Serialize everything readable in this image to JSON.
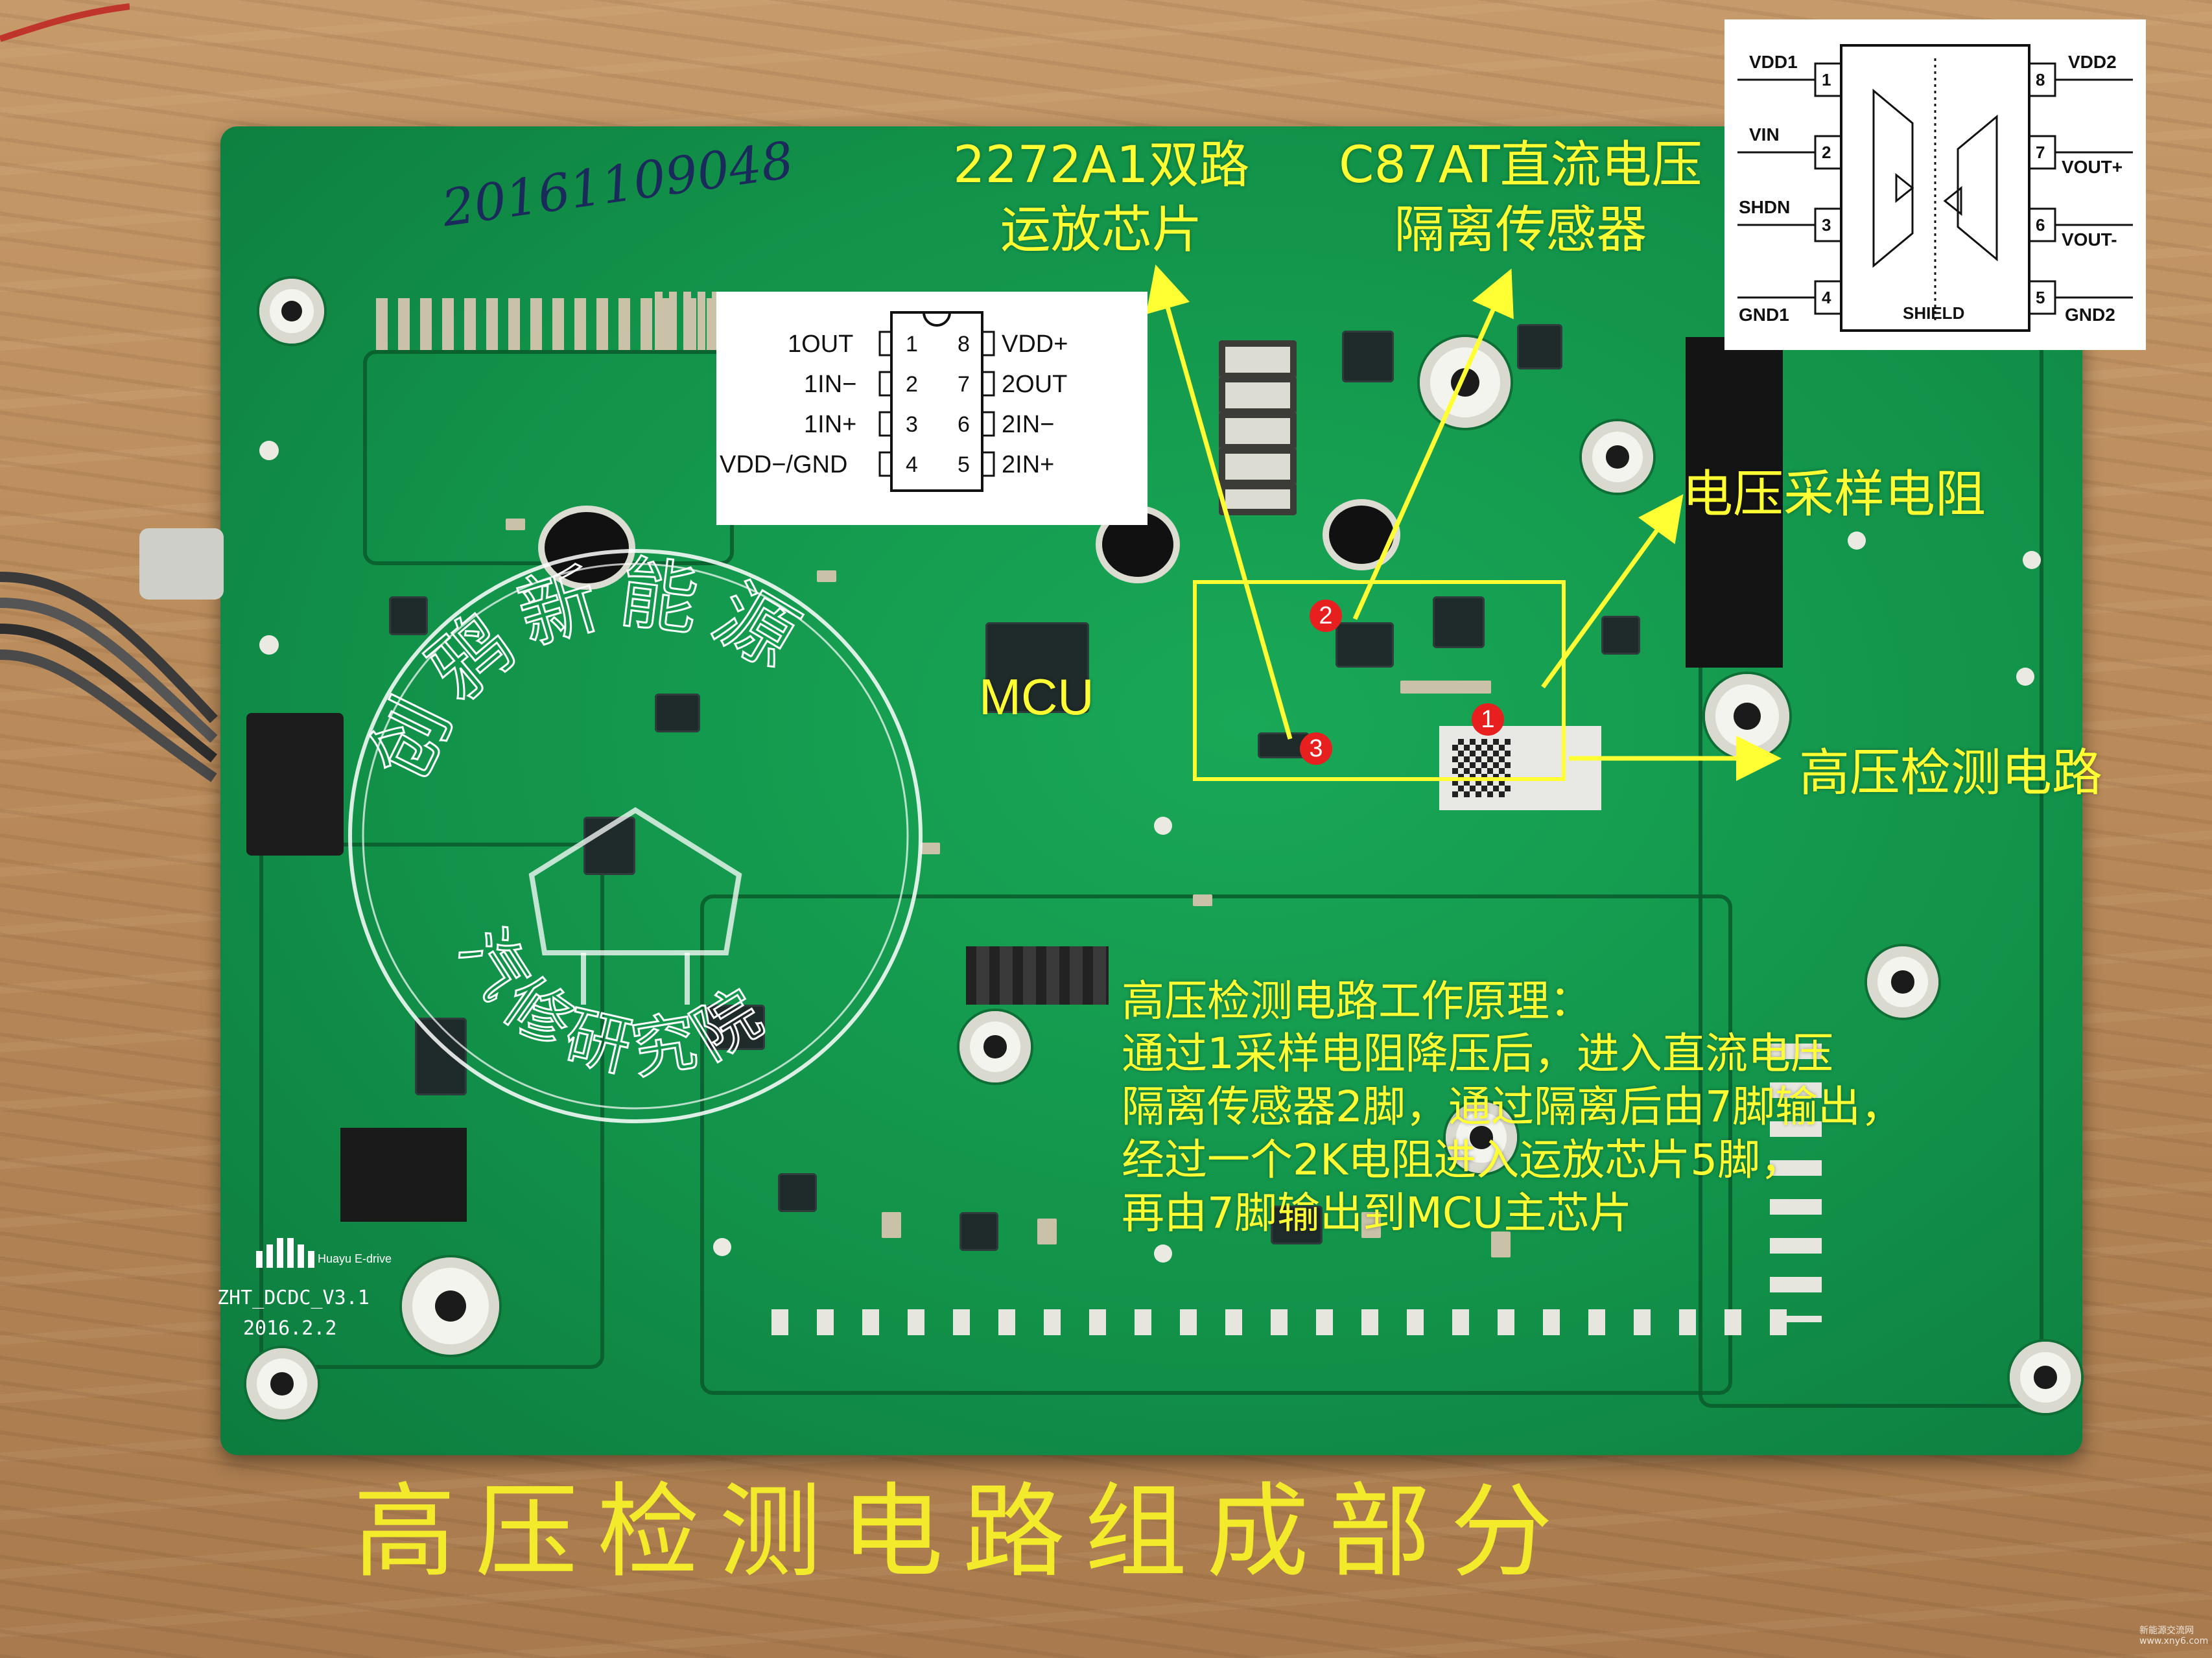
{
  "handwriting": "20161109048",
  "annotations": {
    "op_amp": "2272A1双路\n运放芯片",
    "isolation_sensor": "C87AT直流电压\n隔离传感器",
    "sampling_resistor": "电压采样电阻",
    "hv_circuit": "高压检测电路",
    "mcu": "MCU"
  },
  "markers": [
    "1",
    "2",
    "3"
  ],
  "principle": {
    "title": "高压检测电路工作原理：",
    "lines": [
      "通过1采样电阻降压后，进入直流电压",
      "隔离传感器2脚，通过隔离后由7脚输出，",
      "经过一个2K电阻进入运放芯片5脚，",
      "再由7脚输出到MCU主芯片"
    ]
  },
  "caption": "高压检测电路组成部分",
  "opamp_pinout": {
    "left": [
      {
        "pin": "1",
        "name": "1OUT"
      },
      {
        "pin": "2",
        "name": "1IN−"
      },
      {
        "pin": "3",
        "name": "1IN+"
      },
      {
        "pin": "4",
        "name": "VDD−/GND"
      }
    ],
    "right": [
      {
        "pin": "8",
        "name": "VDD+"
      },
      {
        "pin": "7",
        "name": "2OUT"
      },
      {
        "pin": "6",
        "name": "2IN−"
      },
      {
        "pin": "5",
        "name": "2IN+"
      }
    ]
  },
  "isolator_pinout": {
    "left": [
      {
        "pin": "1",
        "name": "VDD1"
      },
      {
        "pin": "2",
        "name": "VIN"
      },
      {
        "pin": "3",
        "name": "SHDN"
      },
      {
        "pin": "4",
        "name": "GND1"
      }
    ],
    "right": [
      {
        "pin": "8",
        "name": "VDD2"
      },
      {
        "pin": "7",
        "name": "VOUT+"
      },
      {
        "pin": "6",
        "name": "VOUT-"
      },
      {
        "pin": "5",
        "name": "GND2"
      }
    ],
    "shield": "SHIELD"
  },
  "board_silkscreen": {
    "brand": "Huayu E-drive",
    "model": "ZHT_DCDC_V3.1",
    "date": "2016.2.2"
  },
  "watermark": {
    "top": "创鸦新能源",
    "bottom": "汽修研究院"
  },
  "corner_watermark": "新能源交流网\nwww.xny6.com",
  "colors": {
    "annotation": "#ffff33",
    "caption": "#f2ea2a",
    "pcb": "#12934a",
    "marker": "#e81f1f"
  }
}
